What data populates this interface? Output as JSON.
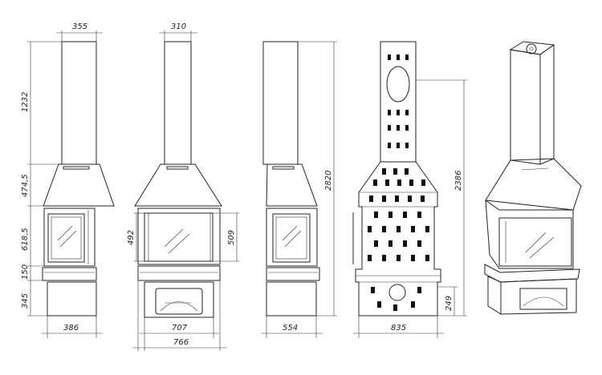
{
  "diagram": {
    "front_view": {
      "width_top": "355",
      "height_chimney": "1232",
      "height_hood": "474,5",
      "height_firebox": "618,5",
      "height_ledge": "150",
      "height_base": "345",
      "width_base": "386"
    },
    "wide_view": {
      "width_top": "310",
      "glass_left": "492",
      "glass_right": "509",
      "width_inner": "707",
      "width_outer": "766"
    },
    "side_view": {
      "total_height": "2820",
      "width_base": "554"
    },
    "back_view": {
      "height_to_top": "2386",
      "height_opening": "249",
      "width_base": "835"
    },
    "colors": {
      "line": "#222222",
      "background": "#ffffff"
    }
  }
}
